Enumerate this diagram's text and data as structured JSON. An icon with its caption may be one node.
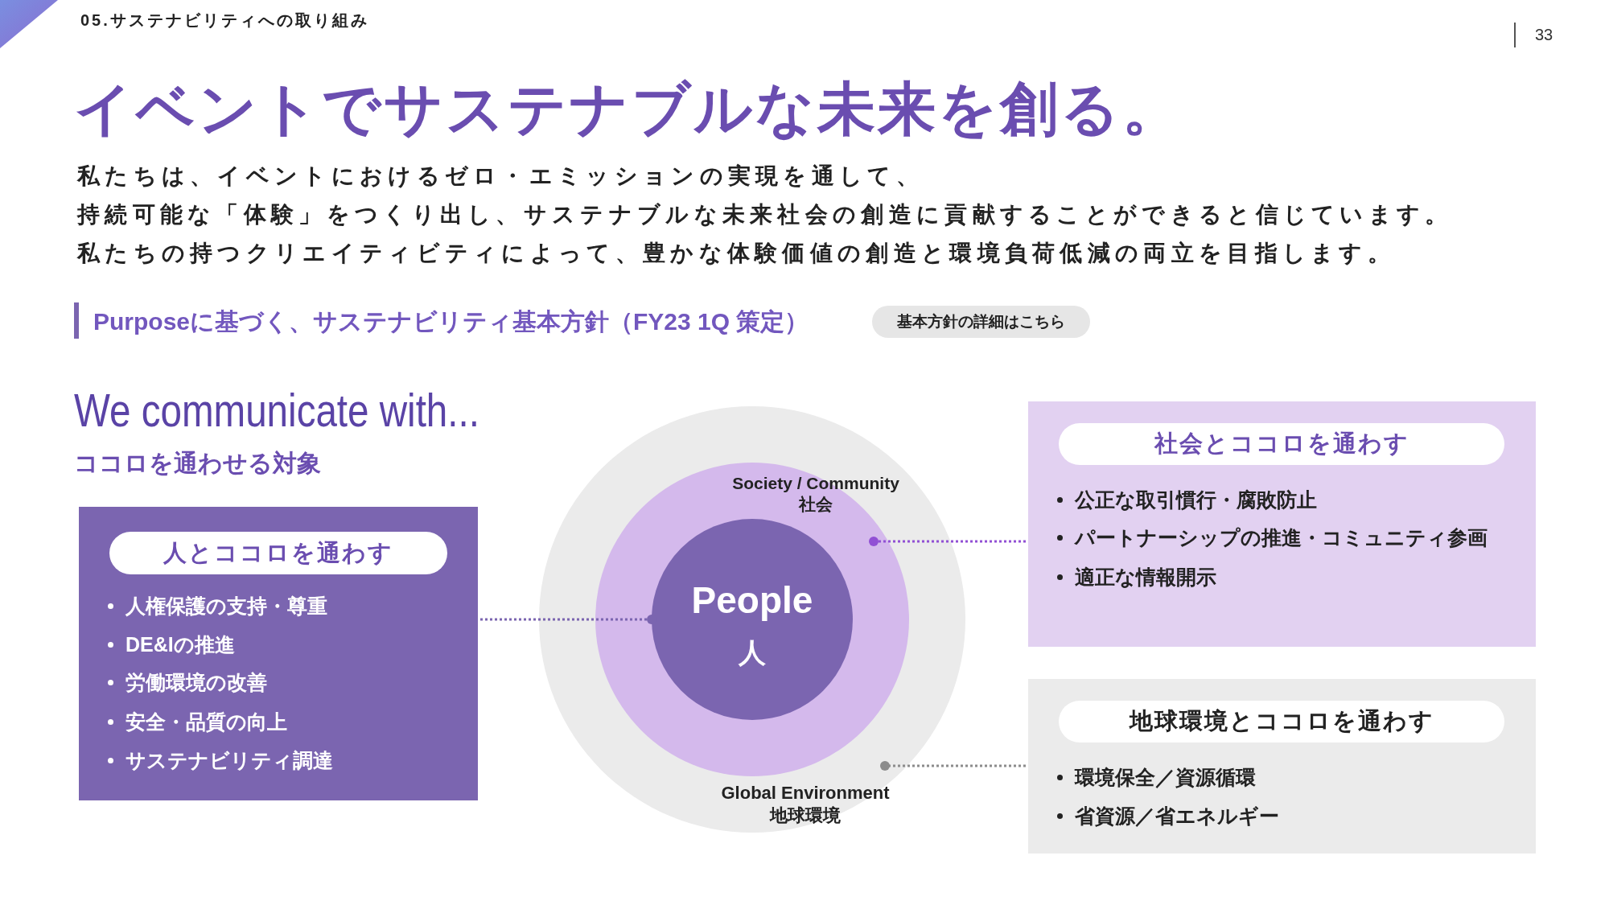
{
  "diagram": {
    "title": "イベントでサステナブルな未来を創る。",
    "nodes": [
      {
        "text": [
          "人とココロを通わす",
          "人権保護の支持・尊重",
          "DE&Iの推進",
          "労働環境の改善",
          "安全・品質の向上",
          "サステナビリティ調達"
        ]
      },
      {
        "text": [
          "Global Environment 地球環境"
        ]
      },
      {
        "text": [
          "Society / Community 社会"
        ],
        "in": 1
      },
      {
        "text": [
          "People",
          "人"
        ],
        "in": 2
      },
      {
        "text": [
          "社会とココロを通わす",
          "公正な取引慣行・腐敗防止",
          "パートナーシップの推進・コミュニティ参画",
          "適正な情報開示"
        ]
      },
      {
        "text": [
          "地球環境とココロを通わす",
          "環境保全／資源循環",
          "省資源／省エネルギー"
        ]
      }
    ],
    "edges": [
      {
        "from": 0,
        "to": 3,
        "arrow": "other",
        "color": "#7b65b0"
      },
      {
        "from": 4,
        "to": 2,
        "arrow": "other",
        "color": "#9150d4"
      },
      {
        "from": 5,
        "to": 1,
        "arrow": "other",
        "color": "#8c8c8c"
      }
    ],
    "labels": [
      "05.サステナビリティへの取り組み",
      "33",
      "私たちは、イベントにおけるゼロ・エミッションの実現を通して、",
      "持続可能な「体験」をつくり出し、サステナブルな未来社会の創造に貢献することができると信じています。",
      "私たちの持つクリエイティビティによって、豊かな体験価値の創造と環境負荷低減の両立を目指します。",
      "Purposeに基づく、サステナビリティ基本方針（FY23 1Q 策定）",
      "基本方針の詳細はこちら",
      "We communicate with...",
      "ココロを通わせる対象"
    ]
  }
}
